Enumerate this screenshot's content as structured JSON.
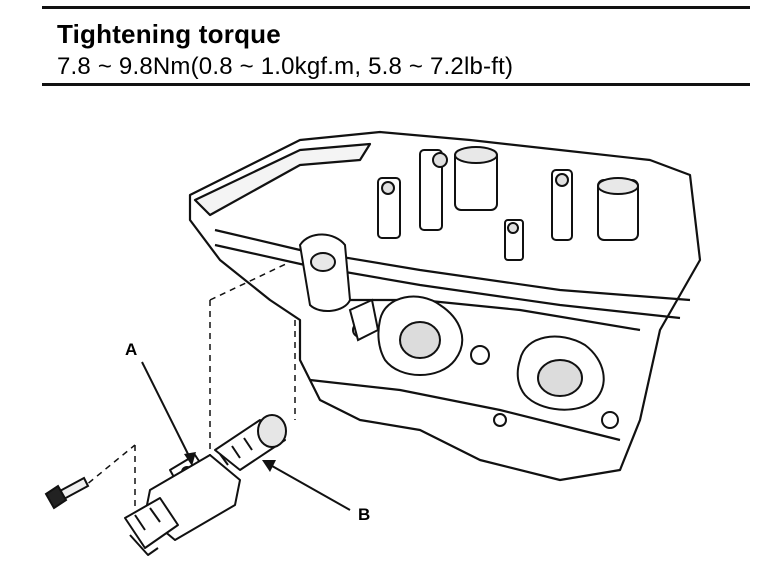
{
  "header": {
    "title": "Tightening torque",
    "spec": "7.8 ~ 9.8Nm(0.8 ~ 1.0kgf.m, 5.8 ~ 7.2lb-ft)"
  },
  "diagram": {
    "callouts": {
      "a": "A",
      "b": "B"
    }
  }
}
